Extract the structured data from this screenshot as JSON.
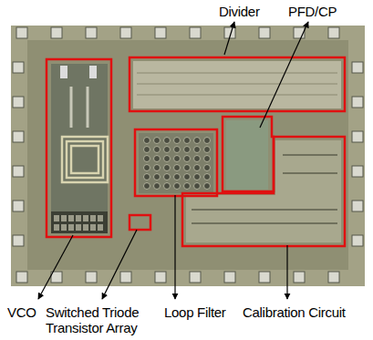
{
  "diagram": {
    "labels": [
      "Divider",
      "PFD/CP",
      "VCO",
      "Switched Triode Transistor Array",
      "Loop Filter",
      "Calibration Circuit"
    ]
  }
}
